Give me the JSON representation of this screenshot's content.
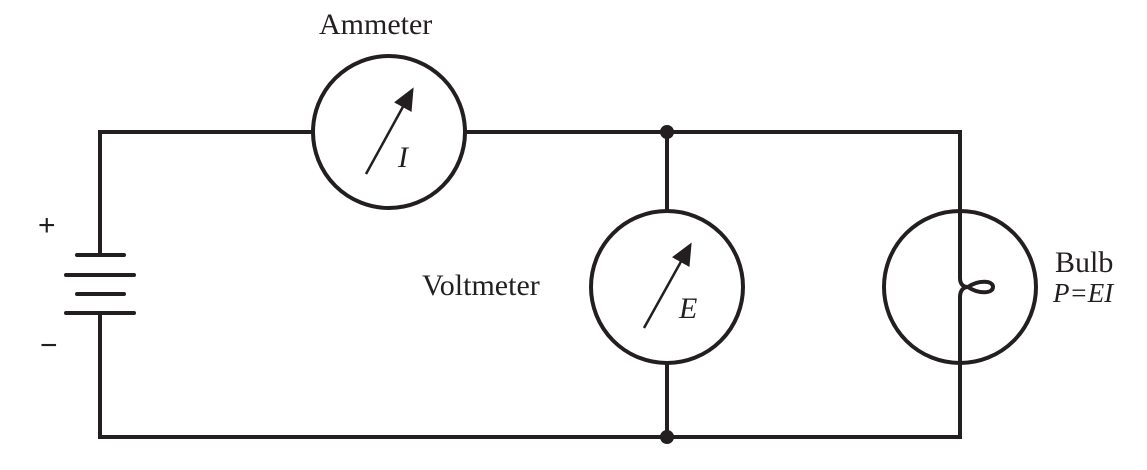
{
  "diagram": {
    "type": "circuit-schematic",
    "description": "Series-parallel circuit: battery, ammeter in series, voltmeter and bulb in parallel",
    "colors": {
      "ink": "#231f20",
      "background": "#ffffff"
    }
  },
  "battery": {
    "plus_label": "+",
    "minus_label": "−"
  },
  "ammeter": {
    "title": "Ammeter",
    "symbol": "I"
  },
  "voltmeter": {
    "title": "Voltmeter",
    "symbol": "E"
  },
  "bulb": {
    "title": "Bulb",
    "formula": "P=EI"
  }
}
